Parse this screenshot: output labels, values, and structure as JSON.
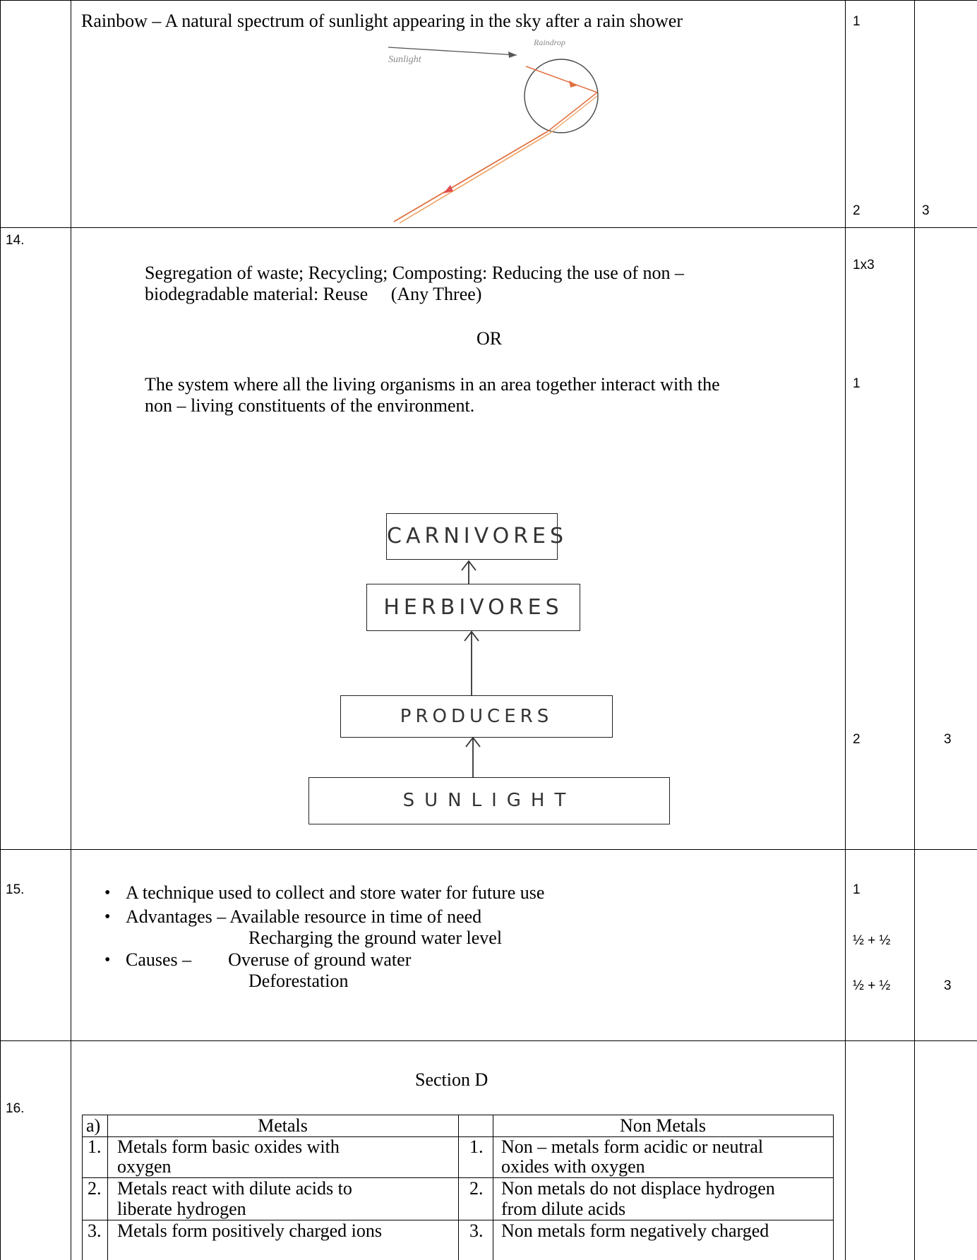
{
  "row13": {
    "text": "Rainbow – A natural spectrum of sunlight appearing in the sky after a rain shower",
    "diagram": {
      "sunlight_label": "Sunlight",
      "raindrop_label": "Raindrop"
    },
    "marks": [
      "1",
      "2"
    ],
    "total": "3"
  },
  "row14": {
    "number": "14.",
    "text_a_line1": "Segregation of waste; Recycling; Composting: Reducing the use of non –",
    "text_a_line2": "biodegradable material: Reuse     (Any Three)",
    "or": "OR",
    "text_b_line1": "The system where all the living organisms in an area together interact with the",
    "text_b_line2": "non – living constituents of the environment.",
    "food_chain": [
      "CARNIVORES",
      "HERBIVORES",
      "PRODUCERS",
      "SUNLIGHT"
    ],
    "marks": [
      "1x3",
      "1",
      "2"
    ],
    "total": "3"
  },
  "row15": {
    "number": "15.",
    "bullet1": "A technique used to collect and store water for future use",
    "bullet2_line1": "Advantages – Available resource in time of need",
    "bullet2_line2": "Recharging the ground water level",
    "bullet3_line1": "Causes –        Overuse of ground water",
    "bullet3_line2": "Deforestation",
    "marks": [
      "1",
      "½ + ½",
      "½ + ½"
    ],
    "total": "3"
  },
  "row16": {
    "number": "16.",
    "section": "Section D",
    "table": {
      "label": "a)",
      "header_left": "Metals",
      "header_right": "Non Metals",
      "rows": [
        {
          "n1": "1.",
          "m1": "Metals form basic oxides with",
          "m2": "oxygen",
          "n2": "1.",
          "nm1": "Non – metals form acidic or neutral",
          "nm2": "oxides with oxygen"
        },
        {
          "n1": "2.",
          "m1": "Metals react with dilute acids to",
          "m2": "liberate hydrogen",
          "n2": "2.",
          "nm1": "Non metals do not displace hydrogen",
          "nm2": "from dilute acids"
        },
        {
          "n1": "3.",
          "m1": "Metals form positively charged ions",
          "m2": "",
          "n2": "3.",
          "nm1": "Non metals form negatively charged",
          "nm2": ""
        }
      ]
    }
  }
}
